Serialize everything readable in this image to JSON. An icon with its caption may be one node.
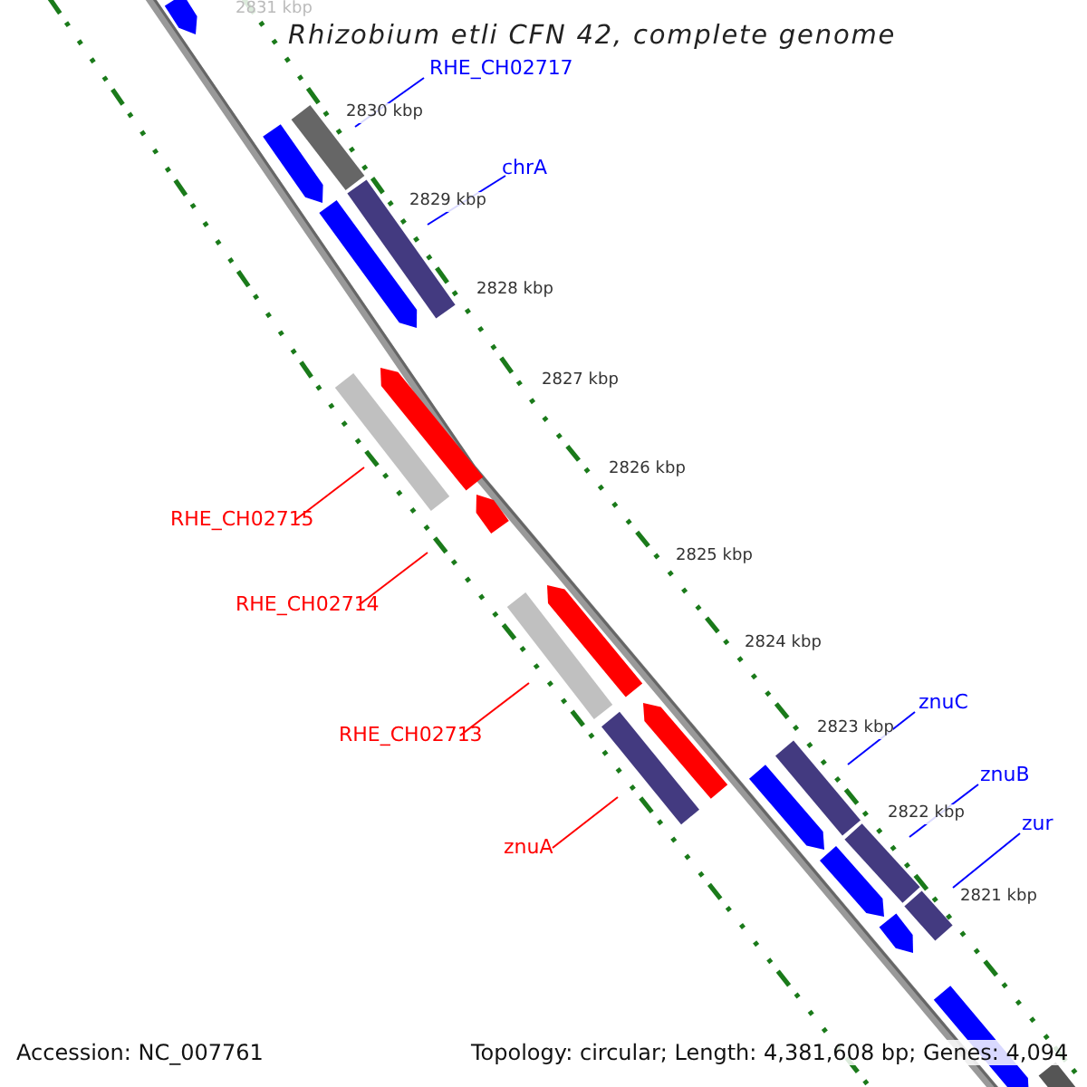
{
  "diagram": {
    "title": "Rhizobium etli CFN 42, complete genome",
    "nodes": [
      {
        "text": [
          "RHE_CH02717"
        ]
      },
      {
        "text": [],
        "shape": "bar"
      },
      {
        "text": [
          "chrA"
        ]
      },
      {
        "text": [],
        "shape": "bar"
      },
      {
        "text": [
          "RHE_CH02715"
        ]
      },
      {
        "text": [],
        "shape": "bar"
      },
      {
        "text": [
          "RHE_CH02714"
        ]
      },
      {
        "text": [
          "RHE_CH02713"
        ]
      },
      {
        "text": [],
        "shape": "bar"
      },
      {
        "text": [
          "znuA"
        ]
      },
      {
        "text": [],
        "shape": "bar"
      },
      {
        "text": [
          "znuC"
        ]
      },
      {
        "text": [],
        "shape": "bar"
      },
      {
        "text": [
          "znuB"
        ]
      },
      {
        "text": [],
        "shape": "bar"
      },
      {
        "text": [
          "zur"
        ]
      },
      {
        "text": [],
        "shape": "bar"
      }
    ],
    "edges": [
      {
        "from": 0,
        "to": 1,
        "arrow": "none"
      },
      {
        "from": 2,
        "to": 3,
        "arrow": "none"
      },
      {
        "from": 4,
        "to": 5,
        "arrow": "none",
        "color": "#ff0000"
      },
      {
        "from": 6,
        "to": null,
        "arrow": "none",
        "color": "#ff0000"
      },
      {
        "from": 7,
        "to": 8,
        "arrow": "none",
        "color": "#ff0000"
      },
      {
        "from": 9,
        "to": 10,
        "arrow": "none",
        "color": "#ff0000"
      },
      {
        "from": 11,
        "to": 12,
        "arrow": "none"
      },
      {
        "from": 13,
        "to": 14,
        "arrow": "none"
      },
      {
        "from": 15,
        "to": 16,
        "arrow": "none"
      }
    ],
    "labels": [
      "2831 kbp",
      "2830 kbp",
      "2829 kbp",
      "2828 kbp",
      "2827 kbp",
      "2826 kbp",
      "2825 kbp",
      "2824 kbp",
      "2823 kbp",
      "2822 kbp",
      "2821 kbp",
      "Accession: NC_007761",
      "Topology: circular; Length: 4,381,608 bp; Genes: 4,094"
    ]
  }
}
